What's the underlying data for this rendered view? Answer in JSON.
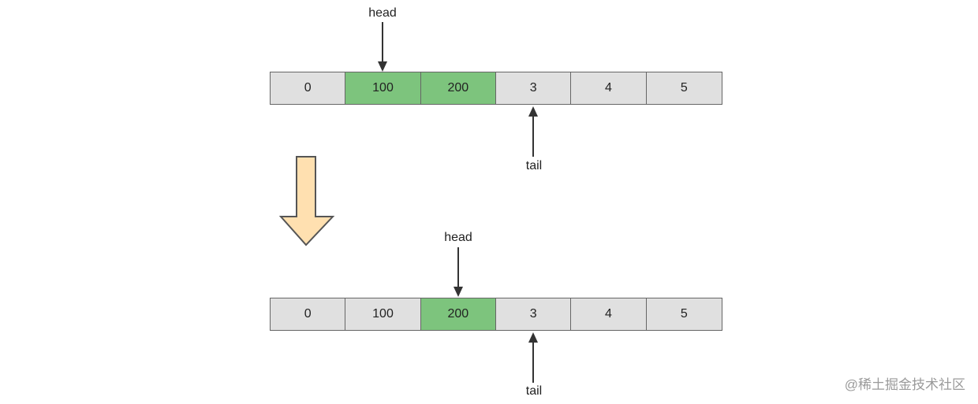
{
  "top": {
    "cells": [
      {
        "value": "0",
        "highlight": false
      },
      {
        "value": "100",
        "highlight": true
      },
      {
        "value": "200",
        "highlight": true
      },
      {
        "value": "3",
        "highlight": false
      },
      {
        "value": "4",
        "highlight": false
      },
      {
        "value": "5",
        "highlight": false
      }
    ],
    "head_label": "head",
    "tail_label": "tail"
  },
  "bottom": {
    "cells": [
      {
        "value": "0",
        "highlight": false
      },
      {
        "value": "100",
        "highlight": false
      },
      {
        "value": "200",
        "highlight": true
      },
      {
        "value": "3",
        "highlight": false
      },
      {
        "value": "4",
        "highlight": false
      },
      {
        "value": "5",
        "highlight": false
      }
    ],
    "head_label": "head",
    "tail_label": "tail"
  },
  "watermark": "@稀土掘金技术社区",
  "colors": {
    "cell": "#e0e0e0",
    "highlight": "#7dc47d",
    "transition_arrow_fill": "#ffe0b0",
    "transition_arrow_stroke": "#555555"
  }
}
